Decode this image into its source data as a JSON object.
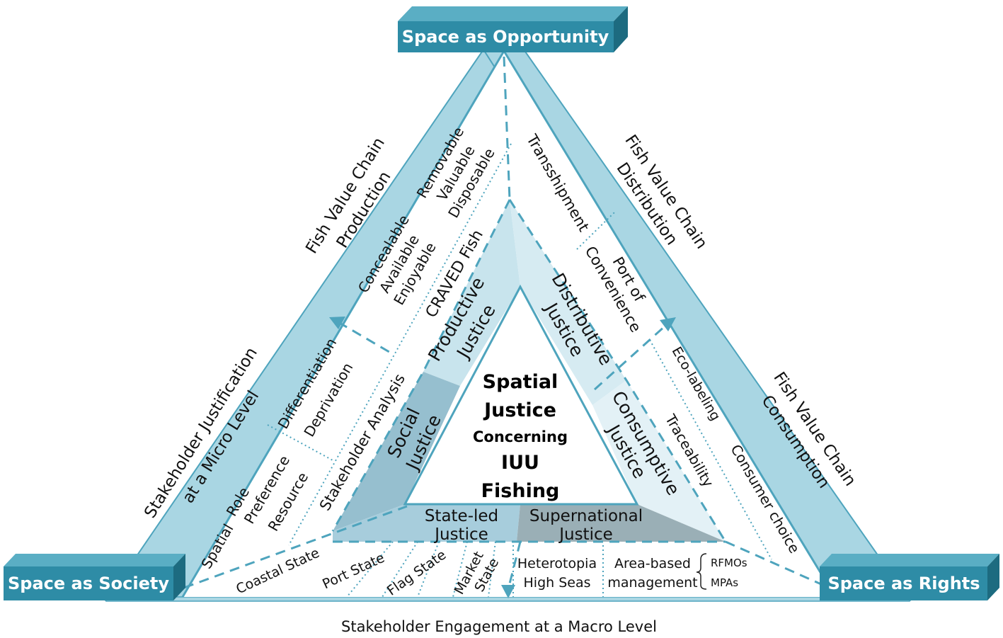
{
  "corners": {
    "top": "Space as Opportunity",
    "left": "Space as Society",
    "right": "Space as Rights"
  },
  "bottom_caption": "Stakeholder Engagement at a Macro Level",
  "left_band": {
    "line1": "Fish Value Chain",
    "line2": "Production"
  },
  "left_band_lower": {
    "line1": "Stakeholder Justification",
    "line2": "at a Micro Level"
  },
  "right_band_upper": {
    "line1": "Fish Value Chain",
    "line2": "Distribution"
  },
  "right_band_lower": {
    "line1": "Fish Value Chain",
    "line2": "Consumption"
  },
  "craved": {
    "col1": [
      "Removable",
      "Valuable",
      "Disposable"
    ],
    "col2": [
      "Concealable",
      "Available",
      "Enjoyable"
    ],
    "label": "CRAVED Fish"
  },
  "productive": {
    "line1": "Productive",
    "line2": "Justice"
  },
  "distributive": {
    "line1": "Distributive",
    "line2": "Justice"
  },
  "social": {
    "line1": "Social",
    "line2": "Justice"
  },
  "consumptive": {
    "line1": "Consumptive",
    "line2": "Justice"
  },
  "state_led": {
    "line1": "State-led",
    "line2": "Justice"
  },
  "supernational": {
    "line1": "Supernational",
    "line2": "Justice"
  },
  "center": {
    "line1": "Spatial",
    "line2": "Justice",
    "line3": "Concerning",
    "line4": "IUU",
    "line5": "Fishing"
  },
  "transshipment": "Transshipment",
  "port_of_convenience": {
    "line1": "Port of",
    "line2": "Convenience"
  },
  "eco_labeling": "Eco-labeling",
  "traceability": "Traceability",
  "consumer_choice": "Consumer choice",
  "stakeholder_analysis": "Stakeholder Analysis",
  "diff_dep": {
    "line1": "Differentiation",
    "line2": "Deprivation"
  },
  "roles": {
    "spatial": "Spatial",
    "role": "Role",
    "preference": "Preference",
    "resource": "Resource"
  },
  "states": {
    "coastal": "Coastal State",
    "port": "Port State",
    "flag": "Flag State",
    "market1": "Market",
    "market2": "State"
  },
  "heterotopia": {
    "line1": "Heterotopia",
    "line2": "High Seas"
  },
  "area_based": {
    "line1": "Area-based",
    "line2": "management"
  },
  "rfmos": "RFMOs",
  "mpas": "MPAs",
  "colors": {
    "band": "#a9d6e3",
    "box": "#2e8ca6",
    "box_dark": "#1d6b80",
    "box_side": "#5aaec4",
    "line": "#4ea4bd",
    "social": "#96bfcf",
    "productive": "#c8e4ed",
    "distributive": "#d6ebf2",
    "consumptive": "#e3f1f6",
    "state": "#a7cddc",
    "supern": "#9aafb6"
  }
}
